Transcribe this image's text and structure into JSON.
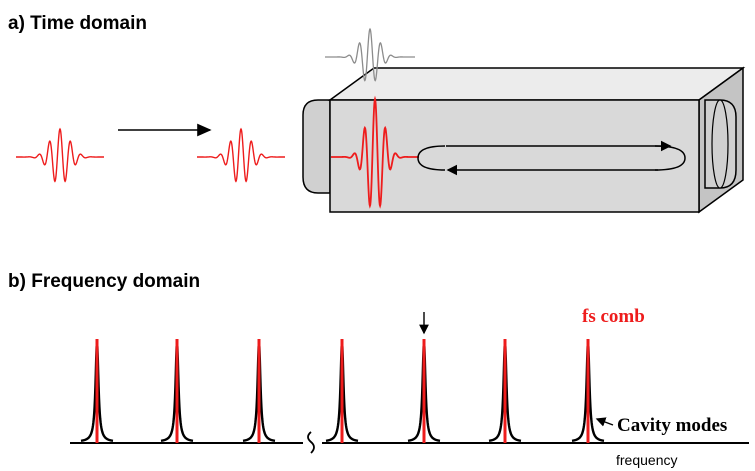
{
  "time_domain": {
    "title": "a) Time domain"
  },
  "frequency_domain": {
    "title": "b) Frequency domain",
    "comb_label": "fs comb",
    "modes_label": "Cavity modes",
    "axis_label": "frequency",
    "comb_count": 7,
    "break_after_index": 2,
    "marked_line_index": 4
  },
  "colors": {
    "comb": "#ee1c1c",
    "mode": "#000000",
    "ghost_pulse": "#8c8c8c",
    "box_front": "#d9d9d9",
    "box_top": "#ececec",
    "box_side": "#c4c4c4"
  },
  "icons": {
    "arrow": "arrow-right",
    "axis_break": "tilde"
  }
}
